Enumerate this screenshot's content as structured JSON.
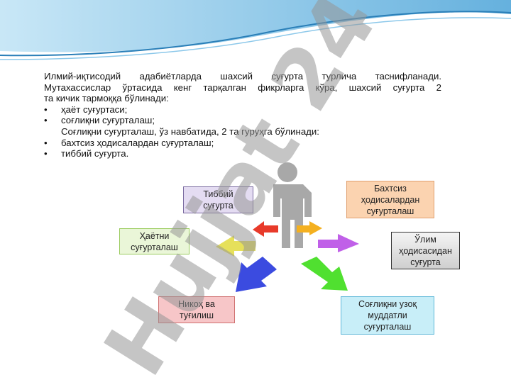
{
  "paragraph": {
    "line1": "Илмий-иқтисодий адабиётларда шахсий суғурта турлича таснифланади.",
    "line2": "Мутахассислар ўртасида кенг тарқалган фикрларга кўра, шахсий суғурта 2",
    "line3": "та кичик тармоққа бўлинади:"
  },
  "bullets1": [
    "ҳаёт суғуртаси;",
    "соғлиқни суғурталаш;"
  ],
  "subnote": "Соғлиқни суғурталаш, ўз навбатида, 2 та гуруҳга бўлинади:",
  "bullets2": [
    "бахтсиз ҳодисалардан суғурталаш;",
    "тиббий суғурта."
  ],
  "diagram": {
    "medical": "Тиббий суғурта",
    "accident": "Бахтсиз ҳодисалардан суғурталаш",
    "death": "Ўлим ҳодисасидан суғурта",
    "life": "Ҳаётни суғурталаш",
    "marriage": "Никоҳ ва туғилиш",
    "longterm": "Соғлиқни узоқ муддатли суғурталаш"
  },
  "watermark": "Hujjat 24",
  "colors": {
    "accent": "#3a8fc8"
  }
}
